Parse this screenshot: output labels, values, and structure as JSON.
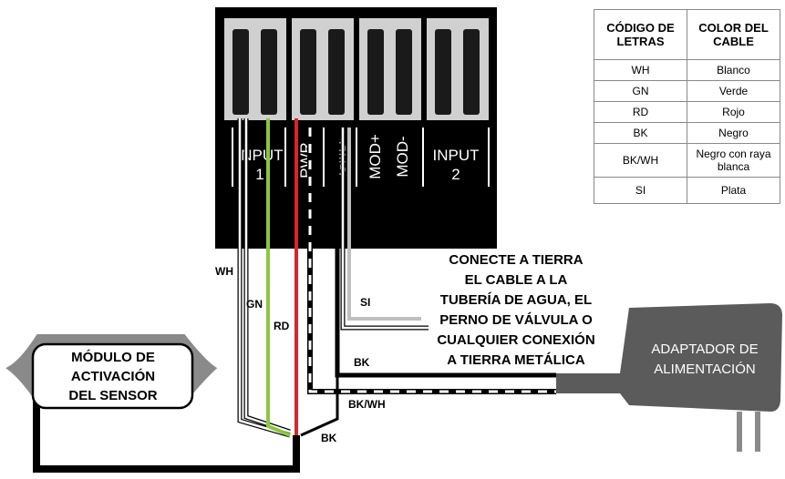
{
  "terminals": {
    "input1_a": "INPUT",
    "input1_b": "1",
    "pwr": "PWR",
    "gnd": "GND",
    "mod_plus": "MOD+",
    "mod_minus": "MOD-",
    "input2_a": "INPUT",
    "input2_b": "2"
  },
  "wire_labels": {
    "wh": "WH",
    "gn": "GN",
    "rd": "RD",
    "si": "SI",
    "bk_adapter": "BK",
    "bkwh": "BK/WH",
    "bk_module": "BK"
  },
  "sensor_module": {
    "line1": "MÓDULO DE",
    "line2": "ACTIVACIÓN",
    "line3": "DEL SENSOR"
  },
  "adapter": {
    "line1": "ADAPTADOR DE",
    "line2": "ALIMENTACIÓN"
  },
  "ground_note": {
    "line1": "CONECTE A TIERRA",
    "line2": "EL CABLE A LA",
    "line3": "TUBERÍA DE AGUA, EL",
    "line4": "PERNO DE VÁLVULA O",
    "line5": "CUALQUIER CONEXIÓN",
    "line6": "A TIERRA METÁLICA"
  },
  "legend": {
    "header_code": "CÓDIGO DE LETRAS",
    "header_color": "COLOR DEL CABLE",
    "rows": [
      {
        "code": "WH",
        "color": "Blanco"
      },
      {
        "code": "GN",
        "color": "Verde"
      },
      {
        "code": "RD",
        "color": "Rojo"
      },
      {
        "code": "BK",
        "color": "Negro"
      },
      {
        "code": "BK/WH",
        "color": "Negro con raya blanca"
      },
      {
        "code": "SI",
        "color": "Plata"
      }
    ]
  },
  "colors": {
    "terminal_block": "#000000",
    "terminal_slot": "#d9d9d9",
    "wire_white": "#ffffff",
    "wire_green": "#8cc63f",
    "wire_red": "#ed1c24",
    "wire_black": "#000000",
    "wire_silver": "#bfbfbf",
    "adapter": "#5b5b5b",
    "module_fill": "#8a8a8a"
  }
}
